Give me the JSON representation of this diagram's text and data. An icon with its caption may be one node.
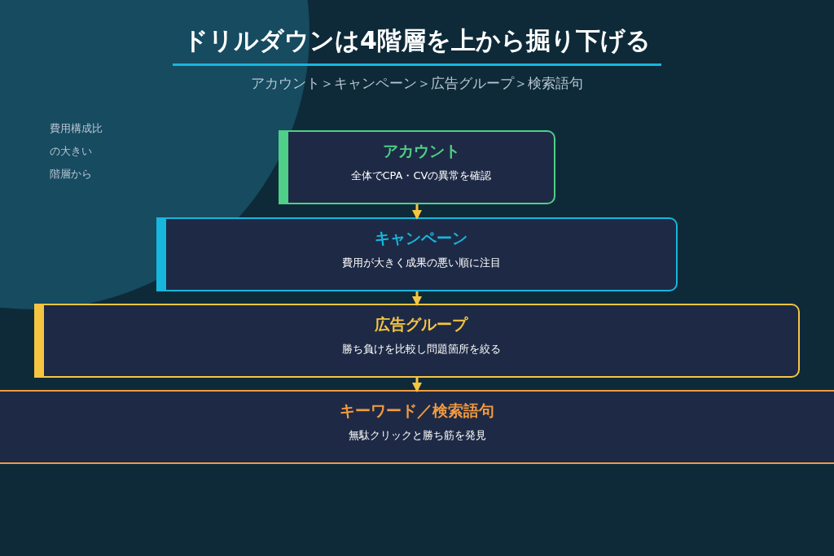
{
  "diagram": {
    "title": "ドリルダウンは4階層を上から掘り下げる",
    "nodes": [
      {
        "text": [
          "アカウント",
          "全体でCPA・CVの異常を確認"
        ]
      },
      {
        "text": [
          "キャンペーン",
          "費用が大きく成果の悪い順に注目"
        ]
      },
      {
        "text": [
          "広告グループ",
          "勝ち負けを比較し問題箇所を絞る"
        ]
      },
      {
        "text": [
          "キーワード／検索語句",
          "無駄クリックと勝ち筋を発見"
        ]
      }
    ],
    "edges": [
      {
        "from": 0,
        "to": 1,
        "arrow": "to"
      },
      {
        "from": 1,
        "to": 2,
        "arrow": "to"
      },
      {
        "from": 2,
        "to": 3,
        "arrow": "to"
      }
    ],
    "labels": [
      "アカウント＞キャンペーン＞広告グループ＞検索語句",
      "費用構成比",
      "の大きい",
      "階層から"
    ]
  }
}
